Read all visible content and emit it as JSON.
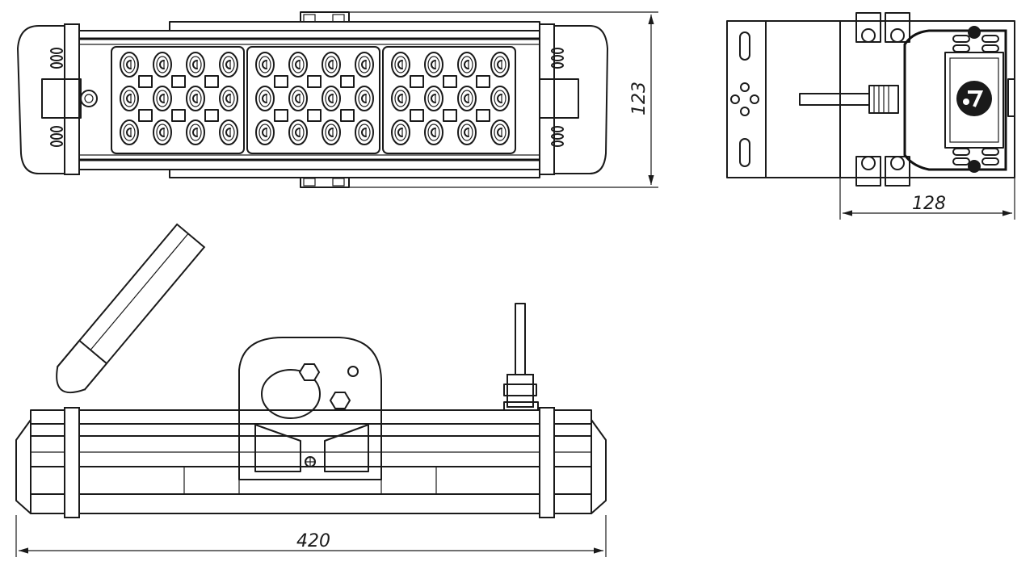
{
  "drawing": {
    "dimensions": {
      "height_label": "123",
      "depth_label": "128",
      "length_label": "420"
    },
    "led_rows": 3,
    "led_cols_per_module": 4,
    "modules": 3
  }
}
